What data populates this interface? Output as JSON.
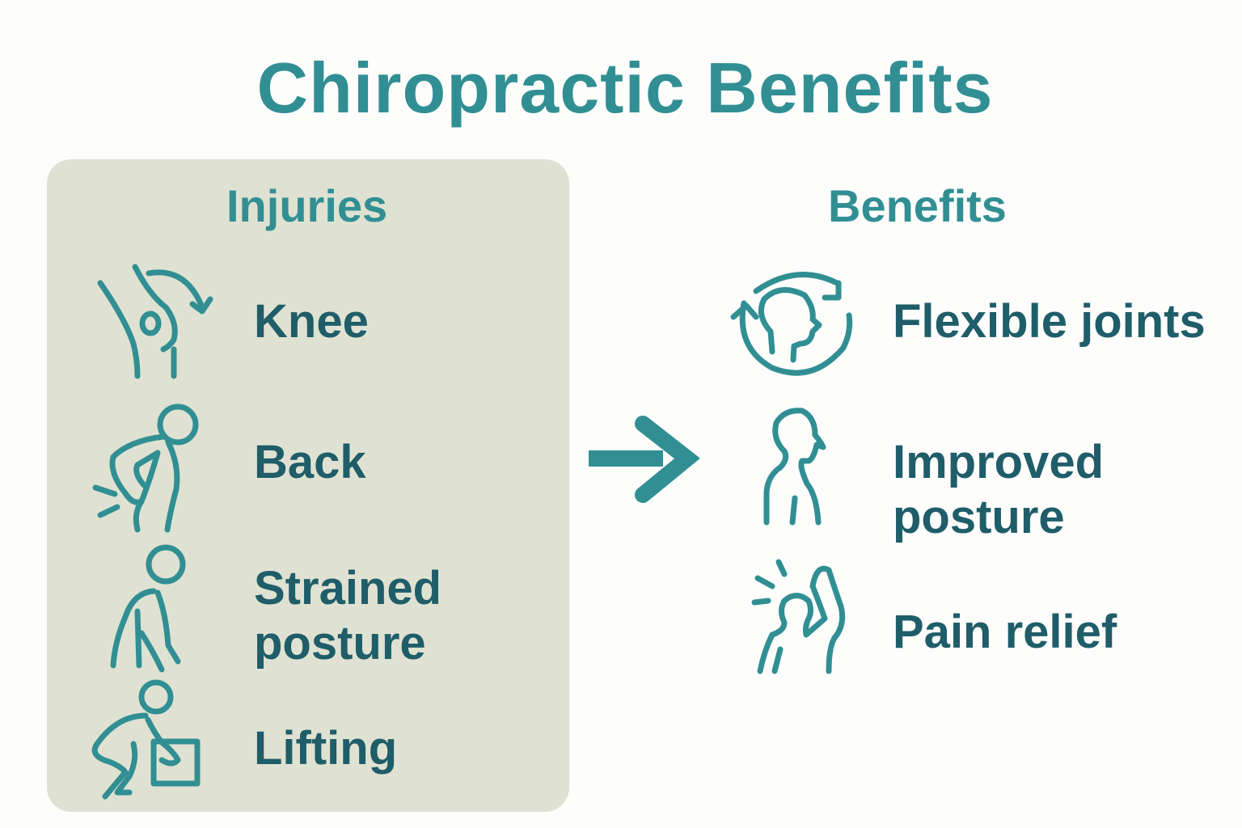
{
  "title": "Chiropractic Benefits",
  "colors": {
    "accent": "#318f93",
    "label": "#1f5d69",
    "panel": "#dfe2d2",
    "background": "#fdfdfc"
  },
  "injuries": {
    "heading": "Injuries",
    "items": [
      {
        "label": "Knee",
        "icon": "knee-icon"
      },
      {
        "label": "Back",
        "icon": "back-pain-icon"
      },
      {
        "label_line1": "Strained",
        "label_line2": "posture",
        "icon": "strained-posture-icon"
      },
      {
        "label": "Lifting",
        "icon": "lifting-icon"
      }
    ]
  },
  "arrow": {
    "icon": "arrow-right-icon"
  },
  "benefits": {
    "heading": "Benefits",
    "items": [
      {
        "label": "Flexible joints",
        "icon": "flexible-joints-icon"
      },
      {
        "label_line1": "Improved",
        "label_line2": "posture",
        "icon": "improved-posture-icon"
      },
      {
        "label": "Pain relief",
        "icon": "pain-relief-icon"
      }
    ]
  }
}
